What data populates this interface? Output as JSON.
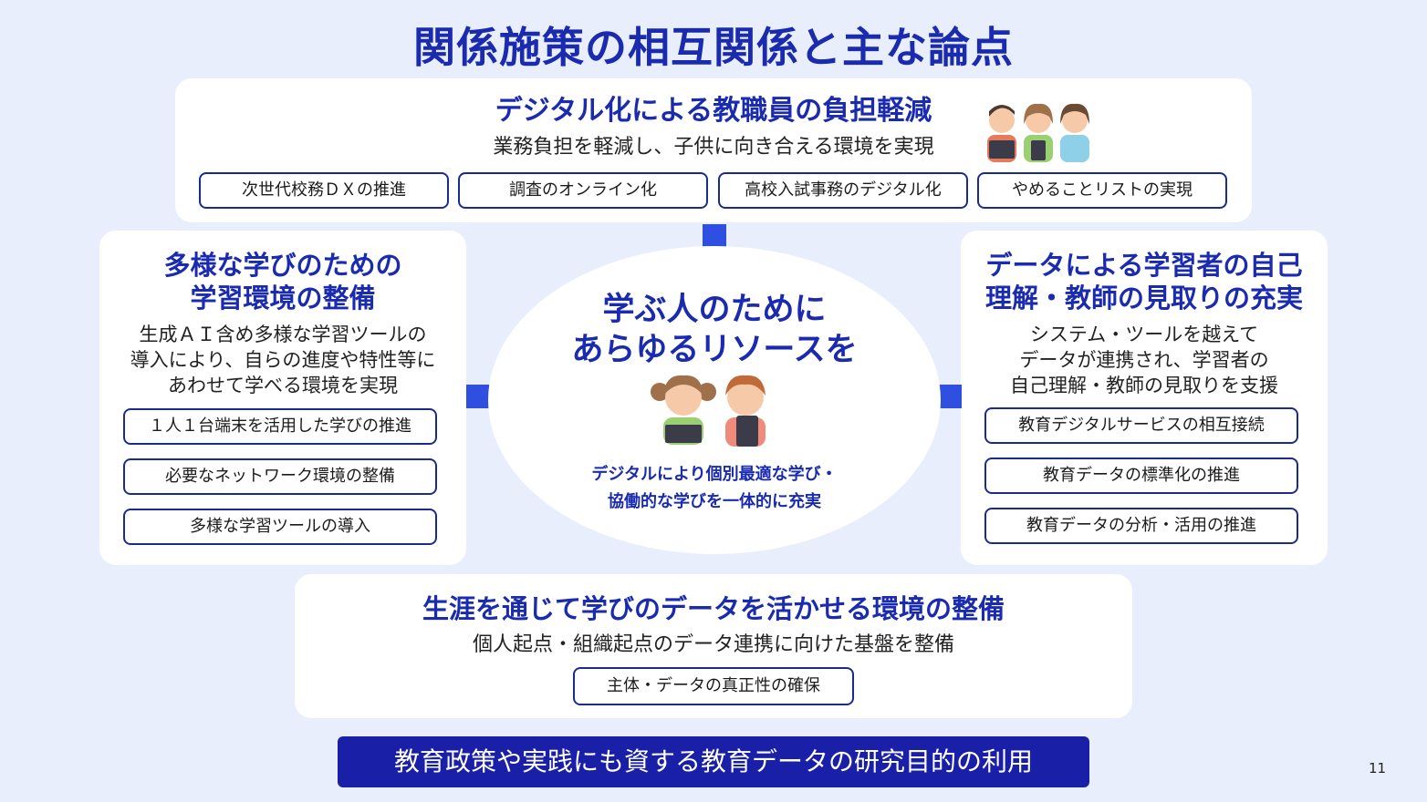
{
  "title": "関係施策の相互関係と主な論点",
  "top_panel": {
    "title": "デジタル化による教職員の負担軽減",
    "desc": "業務負担を軽減し、子供に向き合える環境を実現",
    "items": [
      "次世代校務ＤＸの推進",
      "調査のオンライン化",
      "高校入試事務のデジタル化",
      "やめることリストの実現"
    ]
  },
  "left_panel": {
    "title_lines": [
      "多様な学びのための",
      "学習環境の整備"
    ],
    "desc_lines": [
      "生成ＡＩ含め多様な学習ツールの",
      "導入により、自らの進度や特性等に",
      "あわせて学べる環境を実現"
    ],
    "items": [
      "１人１台端末を活用した学びの推進",
      "必要なネットワーク環境の整備",
      "多様な学習ツールの導入"
    ]
  },
  "right_panel": {
    "title_lines": [
      "データによる学習者の自己",
      "理解・教師の見取りの充実"
    ],
    "desc_lines": [
      "システム・ツールを越えて",
      "データが連携され、学習者の",
      "自己理解・教師の見取りを支援"
    ],
    "items": [
      "教育デジタルサービスの相互接続",
      "教育データの標準化の推進",
      "教育データの分析・活用の推進"
    ]
  },
  "center": {
    "title_lines": [
      "学ぶ人のために",
      "あらゆるリソースを"
    ],
    "desc_lines": [
      "デジタルにより個別最適な学び・",
      "協働的な学びを一体的に充実"
    ]
  },
  "bottom_panel": {
    "title": "生涯を通じて学びのデータを活かせる環境の整備",
    "desc": "個人起点・組織起点のデータ連携に向けた基盤を整備",
    "items": [
      "主体・データの真正性の確保"
    ]
  },
  "footer_bar": "教育政策や実践にも資する教育データの研究目的の利用",
  "page_number": "11",
  "colors": {
    "accent": "#1a2bb0",
    "arrow": "#2f4fe0",
    "background": "#e8eefb",
    "footer_bar": "#1a1fa8"
  }
}
